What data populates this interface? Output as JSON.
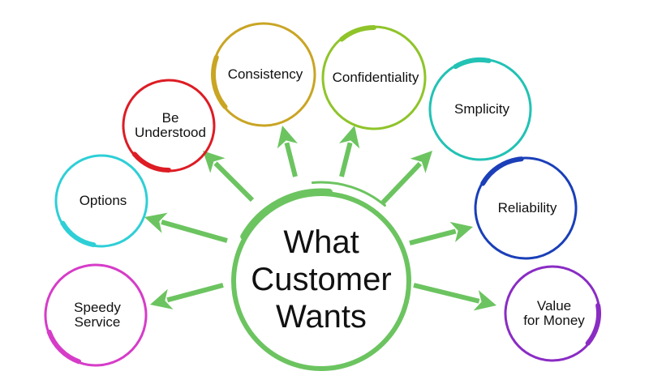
{
  "center": {
    "lines": [
      "What",
      "Customer",
      "Wants"
    ],
    "color": "#6cc460"
  },
  "arrow_color": "#6cc460",
  "nodes": [
    {
      "id": "speedy-service",
      "lines": [
        "Speedy",
        "Service"
      ],
      "color": "#d63cc8"
    },
    {
      "id": "options",
      "lines": [
        "Options"
      ],
      "color": "#2ecfd6"
    },
    {
      "id": "be-understood",
      "lines": [
        "Be",
        "Understood"
      ],
      "color": "#dd1c24"
    },
    {
      "id": "consistency",
      "lines": [
        "Consistency"
      ],
      "color": "#c9a524"
    },
    {
      "id": "confidentiality",
      "lines": [
        "Confidentiality"
      ],
      "color": "#8fc42a"
    },
    {
      "id": "simplicity",
      "lines": [
        "Smplicity"
      ],
      "color": "#22c2b4"
    },
    {
      "id": "reliability",
      "lines": [
        "Reliability"
      ],
      "color": "#1a3fb8"
    },
    {
      "id": "value-for-money",
      "lines": [
        "Value",
        "for Money"
      ],
      "color": "#8a2cc4"
    }
  ]
}
